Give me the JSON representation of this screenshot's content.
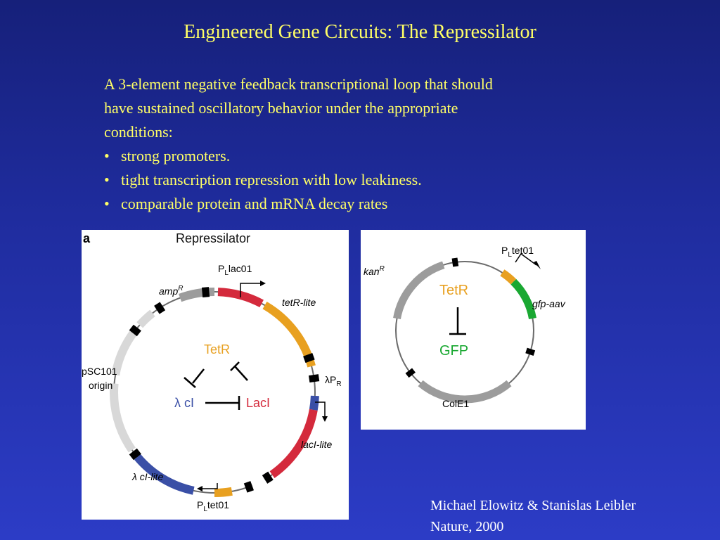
{
  "slide": {
    "title": "Engineered Gene Circuits:  The Repressilator",
    "intro_lines": [
      "A 3-element  negative feedback transcriptional loop that should",
      "have sustained oscillatory behavior under the appropriate",
      "conditions:"
    ],
    "bullets": [
      "strong promoters.",
      "tight transcription repression with low leakiness.",
      "comparable protein and mRNA decay rates"
    ],
    "bullet_symbol": "•"
  },
  "figure_left": {
    "panel_letter": "a",
    "heading": "Repressilator",
    "promoter_top": {
      "main": "P",
      "sub": "L",
      "rest": "lac01"
    },
    "promoter_right": {
      "main": "λP",
      "sub": "R"
    },
    "promoter_bottom": {
      "main": "P",
      "sub": "L",
      "rest": "tet01"
    },
    "gene_tetr": "tetR-lite",
    "gene_laci": "lacI-lite",
    "gene_ci": "λ cI-lite",
    "amp": {
      "main": "amp",
      "sup": "R"
    },
    "origin_line1": "pSC101",
    "origin_line2": "origin",
    "node_tetr": "TetR",
    "node_ci": "λ cI",
    "node_laci": "LacI",
    "colors": {
      "orange": "#e8a020",
      "red": "#d42a3c",
      "blue": "#3a4fa6",
      "gray": "#9c9c9c",
      "lightgray": "#d8d8d8"
    }
  },
  "figure_right": {
    "promoter": {
      "main": "P",
      "sub": "L",
      "rest": "tet01"
    },
    "kan": {
      "main": "kan",
      "sup": "R"
    },
    "gene_gfp": "gfp-aav",
    "origin": "ColE1",
    "node_tetr": "TetR",
    "node_gfp": "GFP",
    "colors": {
      "orange": "#e8a020",
      "green": "#1aa832",
      "gray": "#9c9c9c"
    }
  },
  "credit": {
    "authors": "Michael Elowitz & Stanislas Leibler",
    "journal": "Nature, 2000"
  }
}
